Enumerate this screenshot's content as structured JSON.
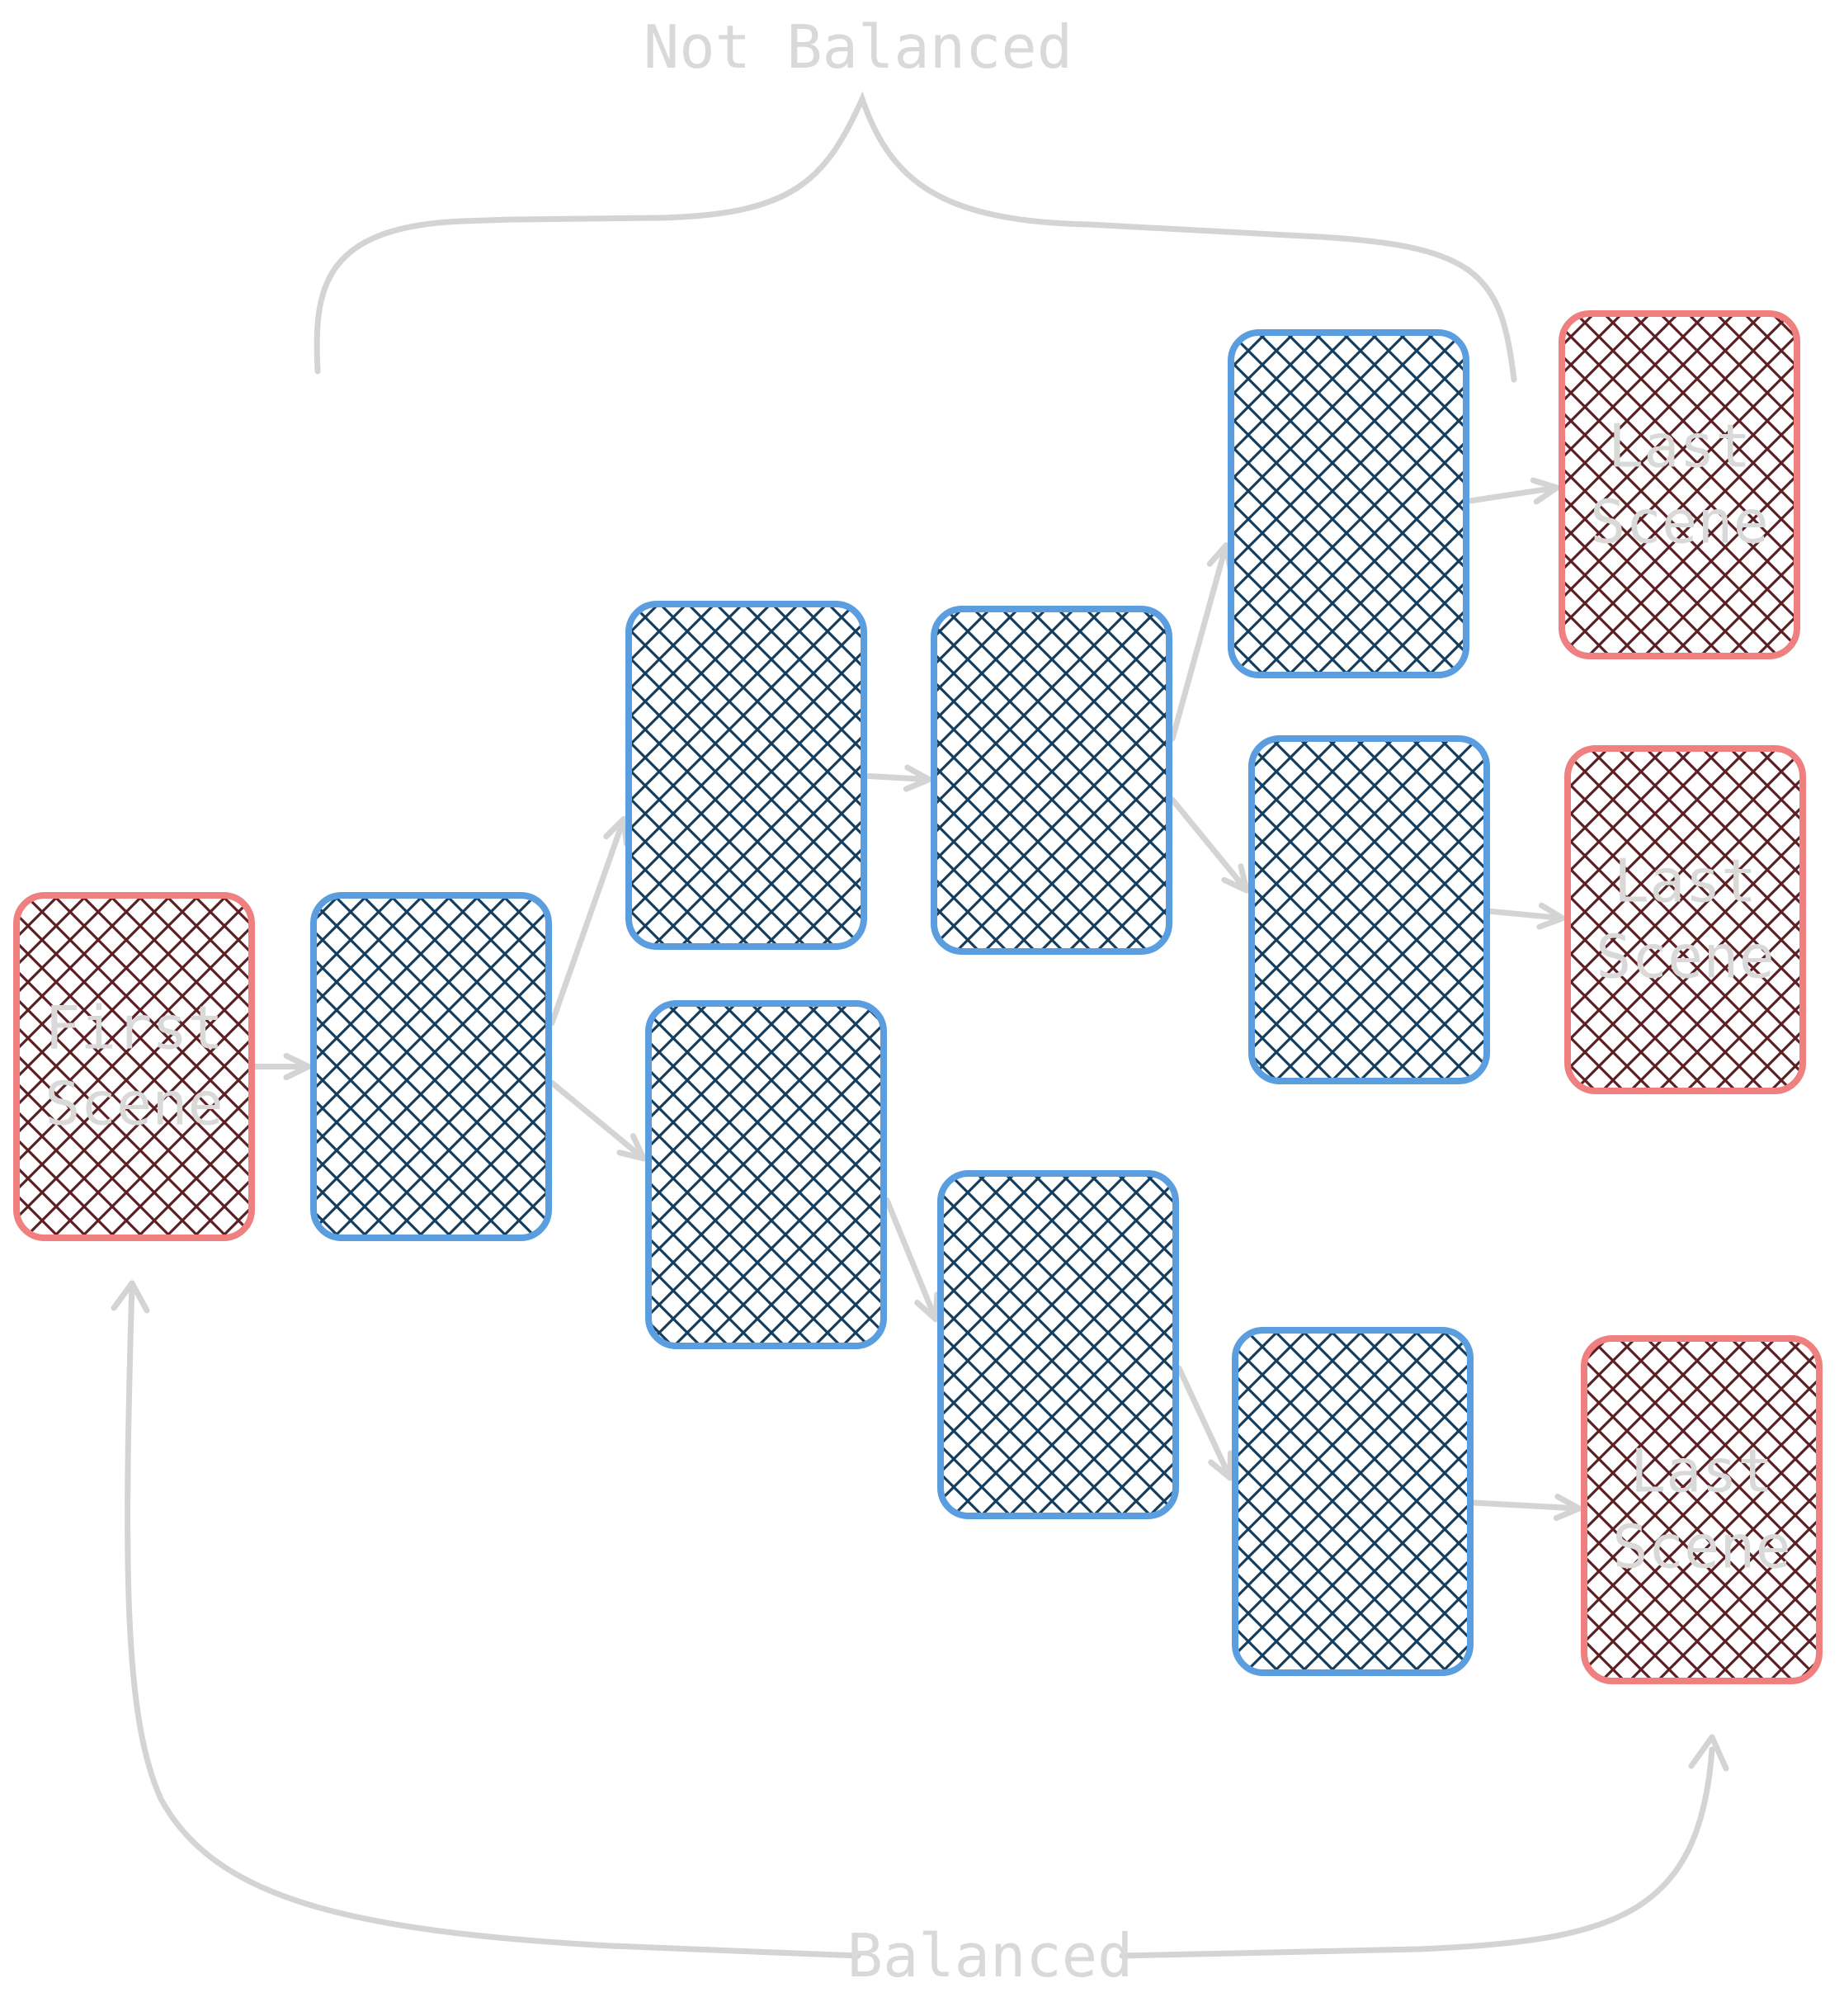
{
  "diagram": {
    "top_label": "Not Balanced",
    "bottom_label": "Balanced",
    "colors": {
      "background": "#ffffff",
      "connector": "#d4d4d4",
      "label_text": "#d9d9d9",
      "scene_stroke": "#f08080",
      "scene_hatch": "#5c1f24",
      "node_stroke": "#5a9ee0",
      "node_hatch": "#143d5e"
    },
    "nodes": [
      {
        "id": "first-scene",
        "kind": "scene",
        "lines": [
          "First",
          "Scene"
        ]
      },
      {
        "id": "n1",
        "kind": "node",
        "lines": []
      },
      {
        "id": "n2",
        "kind": "node",
        "lines": []
      },
      {
        "id": "n3",
        "kind": "node",
        "lines": []
      },
      {
        "id": "n4",
        "kind": "node",
        "lines": []
      },
      {
        "id": "n5",
        "kind": "node",
        "lines": []
      },
      {
        "id": "n6",
        "kind": "node",
        "lines": []
      },
      {
        "id": "n7",
        "kind": "node",
        "lines": []
      },
      {
        "id": "n8",
        "kind": "node",
        "lines": []
      },
      {
        "id": "last-scene-1",
        "kind": "scene",
        "lines": [
          "Last",
          "Scene"
        ]
      },
      {
        "id": "last-scene-2",
        "kind": "scene",
        "lines": [
          "Last",
          "Scene"
        ]
      },
      {
        "id": "last-scene-3",
        "kind": "scene",
        "lines": [
          "Last",
          "Scene"
        ]
      }
    ],
    "edges": [
      {
        "from": "first-scene",
        "to": "n1"
      },
      {
        "from": "n1",
        "to": "n2"
      },
      {
        "from": "n1",
        "to": "n3"
      },
      {
        "from": "n2",
        "to": "n4"
      },
      {
        "from": "n4",
        "to": "n5"
      },
      {
        "from": "n4",
        "to": "n6"
      },
      {
        "from": "n5",
        "to": "last-scene-1"
      },
      {
        "from": "n6",
        "to": "last-scene-2"
      },
      {
        "from": "n3",
        "to": "n7"
      },
      {
        "from": "n7",
        "to": "n8"
      },
      {
        "from": "n8",
        "to": "last-scene-3"
      }
    ]
  }
}
